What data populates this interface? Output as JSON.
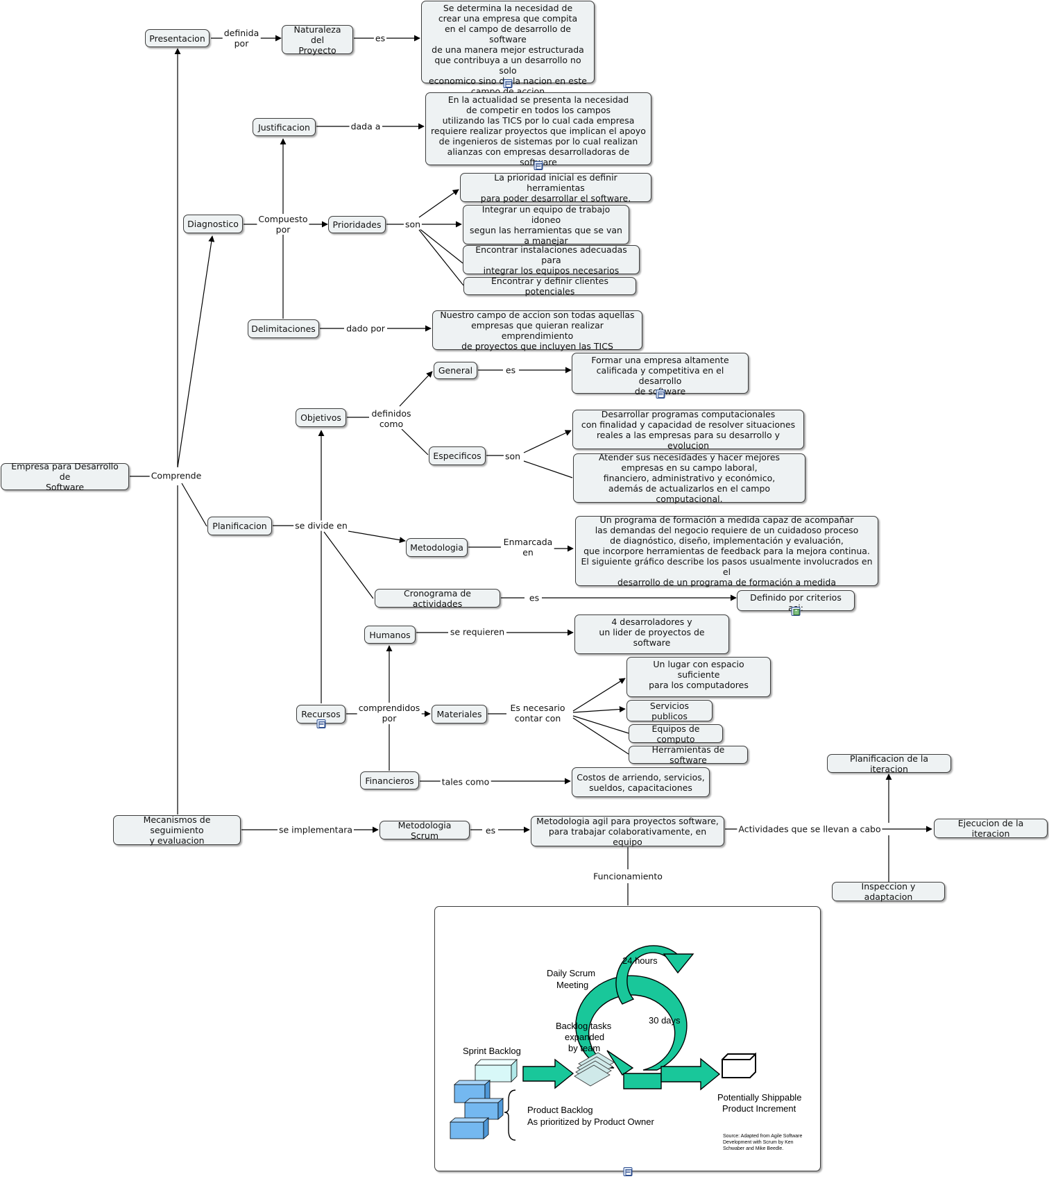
{
  "nodes": {
    "root": "Empresa para Desarrollo de\nSoftware",
    "presentacion": "Presentacion",
    "naturaleza": "Naturaleza del\nProyecto",
    "naturaleza_desc": "Se determina la necesidad de\ncrear una empresa que compita\nen el campo de desarrollo de software\nde una manera mejor estructurada\nque contribuya a un desarrollo no solo\neconomico sino de la nacion en este\ncampo de accion",
    "justificacion": "Justificacion",
    "justificacion_desc": "En la actualidad se presenta la necesidad\nde competir en todos los campos\nutilizando las TICS por lo cual cada empresa\nrequiere realizar proyectos que implican el apoyo\nde ingenieros de sistemas por lo cual realizan\nalianzas con empresas desarrolladoras de software",
    "diagnostico": "Diagnostico",
    "prioridades": "Prioridades",
    "prio_1": "La prioridad inicial es definir herramientas\npara poder desarrollar el software.",
    "prio_2": "Integrar un equipo de trabajo idoneo\nsegun las herramientas que se van\na manejar",
    "prio_3": "Encontrar instalaciones adecuadas para\nintegrar los equipos necesarios",
    "prio_4": "Encontrar y definir clientes potenciales",
    "delimitaciones": "Delimitaciones",
    "delimitaciones_desc": "Nuestro campo de accion son todas aquellas\nempresas que quieran realizar emprendimiento\nde proyectos que incluyen las TICS",
    "objetivos": "Objetivos",
    "general": "General",
    "general_desc": "Formar una empresa altamente\ncalificada y competitiva en el desarrollo\nde software",
    "especificos": "Especificos",
    "esp_1": "Desarrollar programas computacionales\ncon finalidad  y capacidad de resolver situaciones\nreales a las empresas para su desarrollo y evolucion",
    "esp_2": "Atender sus necesidades y hacer mejores\nempresas en su campo laboral,\nfinanciero, administrativo y económico,\nademás de actualizarlos en el campo computacional.",
    "planificacion": "Planificacion",
    "metodologia": "Metodologia",
    "metodologia_desc": "Un programa de formación a medida capaz de acompañar\nlas demandas del negocio requiere de un cuidadoso proceso\nde diagnóstico, diseño, implementación y evaluación,\nque incorpore herramientas de feedback para la mejora continua.\nEl siguiente gráfico describe los pasos usualmente involucrados en el\ndesarrollo de un programa de formación a medida",
    "cronograma": "Cronograma de actividades",
    "cronograma_desc": "Definido por criterios asi:",
    "humanos": "Humanos",
    "humanos_desc": "4 desarroladores y\nun lider de proyectos de software",
    "recursos": "Recursos",
    "materiales": "Materiales",
    "mat_1": "Un lugar  con espacio suficiente\npara los computadores",
    "mat_2": "Servicios publicos",
    "mat_3": "Equipos de computo",
    "mat_4": "Herramientas de software",
    "financieros": "Financieros",
    "financieros_desc": "Costos de arriendo, servicios,\nsueldos, capacitaciones",
    "mecanismos": "Mecanismos de seguimiento\ny evaluacion",
    "scrum": "Metodologia Scrum",
    "scrum_desc": "Metodologia agil para proyectos software,\npara trabajar colaborativamente, en equipo",
    "plan_iter": "Planificacion de la iteracion",
    "ejec_iter": "Ejecucion de la iteracion",
    "insp_adapt": "Inspeccion y adaptacion"
  },
  "labels": {
    "definida_por": "definida\npor",
    "es_1": "es",
    "dada_a": "dada a",
    "compuesto_por": "Compuesto\npor",
    "son_1": "son",
    "dado_por": "dado por",
    "comprende": "Comprende",
    "es_2": "es",
    "definidos_como": "definidos\ncomo",
    "son_2": "son",
    "se_divide_en": "se divide en",
    "enmarcada_en": "Enmarcada\nen",
    "es_3": "es",
    "se_requieren": "se requieren",
    "comprendidos_por": "comprendidos\npor",
    "es_necesario": "Es necesario\ncontar con",
    "tales_como": "tales como",
    "se_implementara": "se implementara",
    "es_4": "es",
    "actividades": "Actividades que se llevan a cabo",
    "funcionamiento": "Funcionamiento"
  },
  "scrum_image": {
    "hours": "24 hours",
    "days": "30 days",
    "daily_1": "Daily Scrum",
    "daily_2": "Meeting",
    "backlog_tasks_1": "Backlog tasks",
    "backlog_tasks_2": "expanded",
    "backlog_tasks_3": "by team",
    "sprint_backlog": "Sprint Backlog",
    "product_backlog_1": "Product Backlog",
    "product_backlog_2": "As prioritized by Product Owner",
    "increment_1": "Potentially Shippable",
    "increment_2": "Product Increment",
    "source_1": "Source: Adapted from Agile Software",
    "source_2": "Development with Scrum by Ken",
    "source_3": "Schwaber and Mike Beedle."
  },
  "colors": {
    "node_fill": "#eef2f3",
    "node_border": "#3c3c3c",
    "scrum_green": "#19c79a",
    "block_blue": "#74b8f0",
    "block_light": "#d8f8f8"
  }
}
